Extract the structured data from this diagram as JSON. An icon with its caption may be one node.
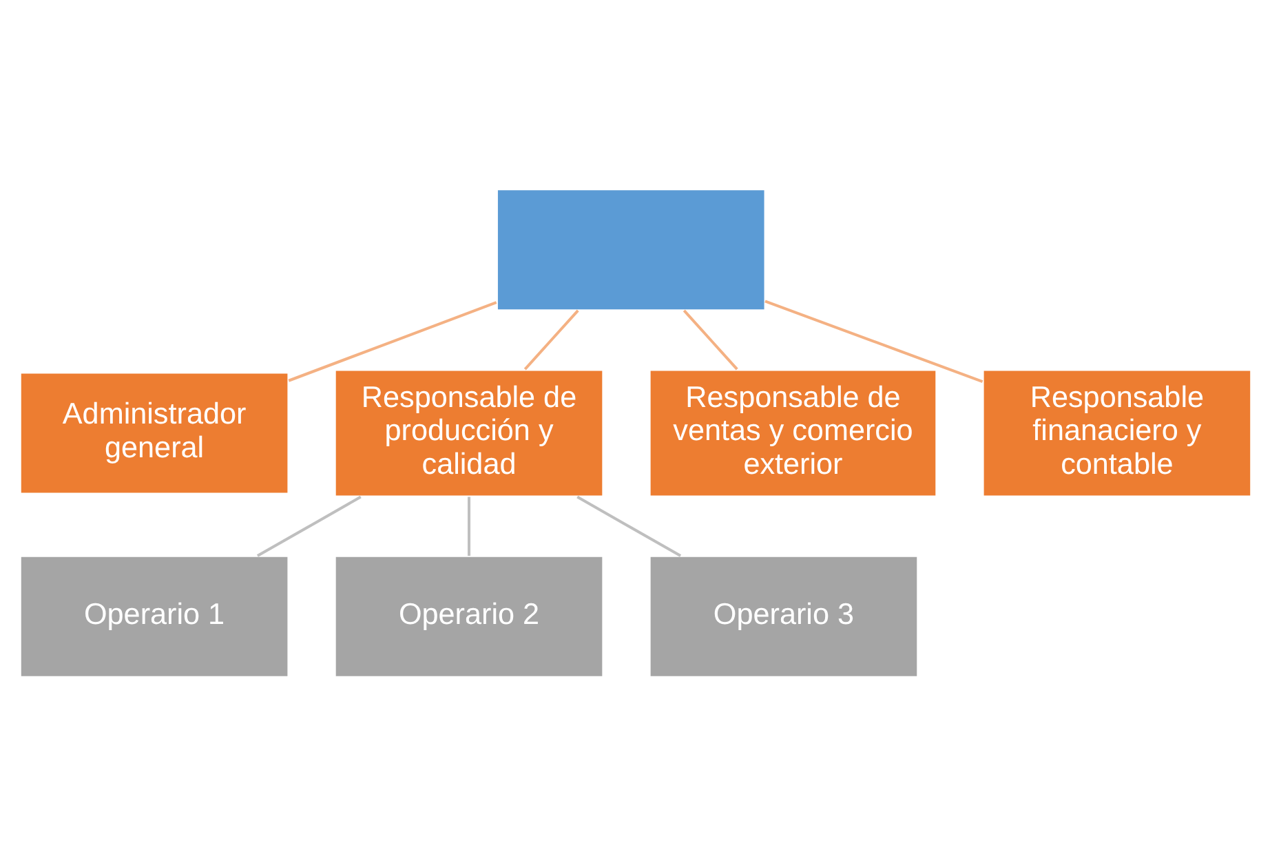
{
  "diagram": {
    "nodes": [
      {
        "text": [],
        "shape": "box"
      },
      {
        "text": [
          "Administrador general"
        ]
      },
      {
        "text": [
          "Responsable de producción y calidad"
        ]
      },
      {
        "text": [
          "Responsable de ventas y comercio exterior"
        ]
      },
      {
        "text": [
          "Responsable finanaciero y contable"
        ]
      },
      {
        "text": [
          "Operario 1"
        ]
      },
      {
        "text": [
          "Operario 2"
        ]
      },
      {
        "text": [
          "Operario 3"
        ]
      }
    ],
    "edges": [
      {
        "from": 0,
        "to": 1,
        "arrow": "none"
      },
      {
        "from": 0,
        "to": 2,
        "arrow": "none"
      },
      {
        "from": 0,
        "to": 3,
        "arrow": "none"
      },
      {
        "from": 0,
        "to": 4,
        "arrow": "none"
      },
      {
        "from": 2,
        "to": 5,
        "arrow": "none",
        "color": "#bfbfbf"
      },
      {
        "from": 2,
        "to": 6,
        "arrow": "none",
        "color": "#bfbfbf"
      },
      {
        "from": 2,
        "to": 7,
        "arrow": "none",
        "color": "#bfbfbf"
      }
    ]
  }
}
